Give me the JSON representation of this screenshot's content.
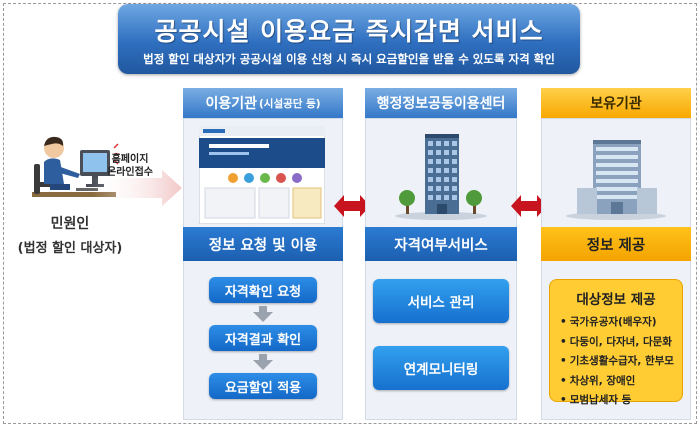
{
  "header": {
    "title": "공공시설 이용요금 즉시감면 서비스",
    "subtitle": "법정 할인 대상자가 공공시설 이용 신청 시 즉시 요금할인을 받을 수 있도록 자격 확인"
  },
  "citizen": {
    "label": "민원인",
    "sublabel": "(법정 할인 대상자)",
    "arrow_label_line1": "홈페이지",
    "arrow_label_line2": "온라인접수"
  },
  "columns": {
    "facility": {
      "header": "이용기관",
      "header_small": "(시설공단 등)",
      "bar": "정보 요청 및 이용",
      "steps": [
        "자격확인 요청",
        "자격결과 확인",
        "요금할인 적용"
      ]
    },
    "center": {
      "header": "행정정보공동이용센터",
      "bar": "자격여부서비스",
      "services": [
        "서비스 관리",
        "연계모니터링"
      ]
    },
    "holder": {
      "header": "보유기관",
      "bar": "정보 제공",
      "panel_title": "대상정보 제공",
      "items": [
        "국가유공자(배우자)",
        "다둥이, 다자녀, 다문화",
        "기초생활수급자, 한부모",
        "차상위, 장애인",
        "모범납세자 등"
      ]
    }
  },
  "colors": {
    "banner_blue": "#2f6fc0",
    "bar_blue": "#1c5fb0",
    "accent_orange": "#f4a300",
    "arrow_red": "#c8141e"
  }
}
